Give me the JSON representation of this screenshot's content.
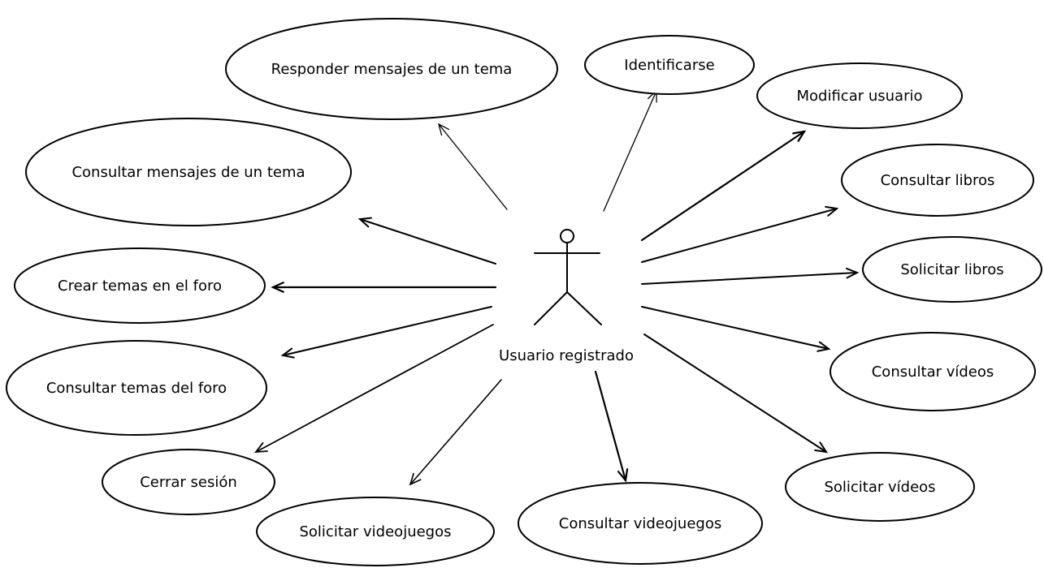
{
  "actor": {
    "name": "Usuario registrado"
  },
  "use_cases": [
    {
      "id": "responder-mensajes-de-un-tema",
      "label": "Responder mensajes de un tema"
    },
    {
      "id": "identificarse",
      "label": "Identificarse"
    },
    {
      "id": "modificar-usuario",
      "label": "Modificar usuario"
    },
    {
      "id": "consultar-mensajes-de-un-tema",
      "label": "Consultar mensajes de un tema"
    },
    {
      "id": "consultar-libros",
      "label": "Consultar libros"
    },
    {
      "id": "crear-temas-en-el-foro",
      "label": "Crear temas en el foro"
    },
    {
      "id": "solicitar-libros",
      "label": "Solicitar libros"
    },
    {
      "id": "consultar-temas-del-foro",
      "label": "Consultar temas del foro"
    },
    {
      "id": "consultar-videos",
      "label": "Consultar vídeos"
    },
    {
      "id": "cerrar-sesion",
      "label": "Cerrar sesión"
    },
    {
      "id": "solicitar-videos",
      "label": "Solicitar vídeos"
    },
    {
      "id": "solicitar-videojuegos",
      "label": "Solicitar videojuegos"
    },
    {
      "id": "consultar-videojuegos",
      "label": "Consultar videojuegos"
    }
  ]
}
